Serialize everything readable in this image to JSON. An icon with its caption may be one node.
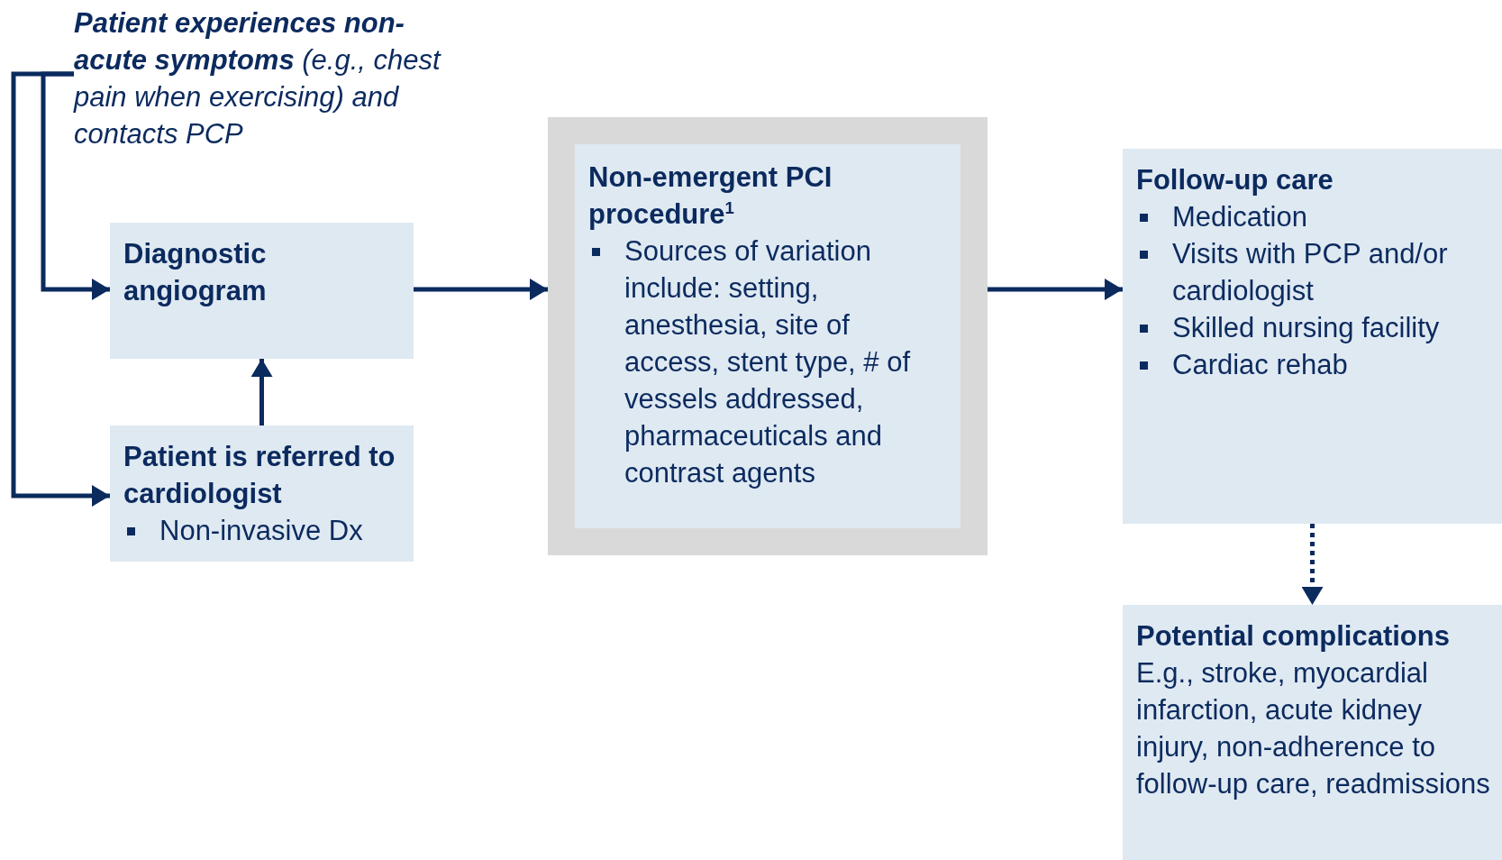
{
  "diagram": {
    "nodes": [
      {
        "text": [
          "**Patient experiences non-acute symptoms** (e.g., chest pain when exercising) and contacts PCP"
        ]
      },
      {
        "text": [
          "Diagnostic angiogram"
        ]
      },
      {
        "text": [
          "Patient is referred to cardiologist",
          "Non-invasive Dx"
        ]
      },
      {
        "text": [
          "Non-emergent PCI procedure$^{1}$",
          "Sources of variation include: setting, anesthesia, site of access, stent type, # of vessels addressed, pharmaceuticals and contrast agents"
        ]
      },
      {
        "text": [
          "Follow-up care",
          "Medication",
          "Visits with PCP and/or cardiologist",
          "Skilled nursing facility",
          "Cardiac rehab"
        ]
      },
      {
        "text": [
          "Potential complications",
          "E.g., stroke, myocardial infarction, acute kidney injury, non-adherence to follow-up care, readmissions"
        ]
      }
    ],
    "edges": [
      {
        "from": 0,
        "to": 1,
        "arrow": "to"
      },
      {
        "from": 0,
        "to": 2,
        "arrow": "to"
      },
      {
        "from": 1,
        "to": 3,
        "arrow": "to"
      },
      {
        "from": 2,
        "to": 1,
        "arrow": "to"
      },
      {
        "from": 3,
        "to": 4,
        "arrow": "to"
      },
      {
        "from": 4,
        "to": 5,
        "arrow": "to",
        "style": "dashed"
      }
    ]
  }
}
